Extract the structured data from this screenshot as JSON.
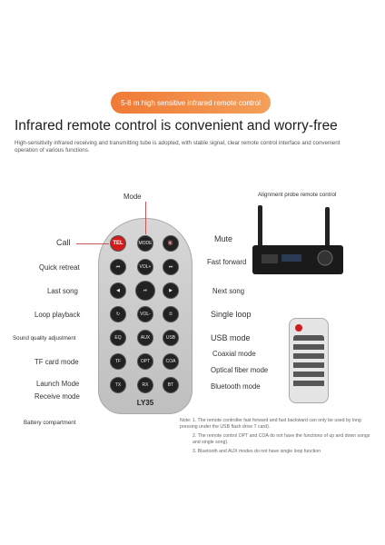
{
  "banner": "5-8 m high sensitive infrared remote control",
  "headline": "Infrared remote control is convenient and worry-free",
  "subtext": "High-sensitivity infrared receiving and transmitting tube is adopted, with stable signal, clear remote control interface and convenient operation of various functions.",
  "alignment_label": "Alignment probe remote control",
  "model": "LY35",
  "labels_left": {
    "mode_top": "Mode",
    "call": "Call",
    "quick_retreat": "Quick retreat",
    "last_song": "Last song",
    "loop_playback": "Loop playback",
    "sound_quality": "Sound quality adjustment",
    "tf_card": "TF card mode",
    "launch": "Launch Mode",
    "receive": "Receive mode",
    "battery": "Battery compartment"
  },
  "labels_right": {
    "mute": "Mute",
    "fast_forward": "Fast forward",
    "next_song": "Next song",
    "single_loop": "Single loop",
    "usb_mode": "USB mode",
    "coaxial": "Coaxial mode",
    "optical": "Optical fiber mode",
    "bluetooth": "Bluetooth mode"
  },
  "buttons": {
    "tel": "TEL",
    "mode": "MODE",
    "mute": "🔇",
    "rew": "⏮",
    "volp": "VOL+",
    "ff": "⏭",
    "prev": "◀",
    "play": "⏯",
    "next": "▶",
    "loop": "↻",
    "volm": "VOL-",
    "single": "①",
    "eq": "EQ",
    "aux": "AUX",
    "usb": "USB",
    "tf": "TF",
    "opt": "OPT",
    "coa": "COA",
    "tx": "TX",
    "rx": "RX",
    "bt": "BT"
  },
  "notes": {
    "n1": "Note: 1. The remote controller fast forward and fast backward can only be used by long pressing under the USB flash drive T card).",
    "n2": "2. The remote control OPT and COA do not have the functions of up and down songs and single song).",
    "n3": "3. Bluetooth and AUX modes do not have single loop function"
  },
  "colors": {
    "accent": "#f07a36",
    "tel_red": "#d21c1c"
  }
}
